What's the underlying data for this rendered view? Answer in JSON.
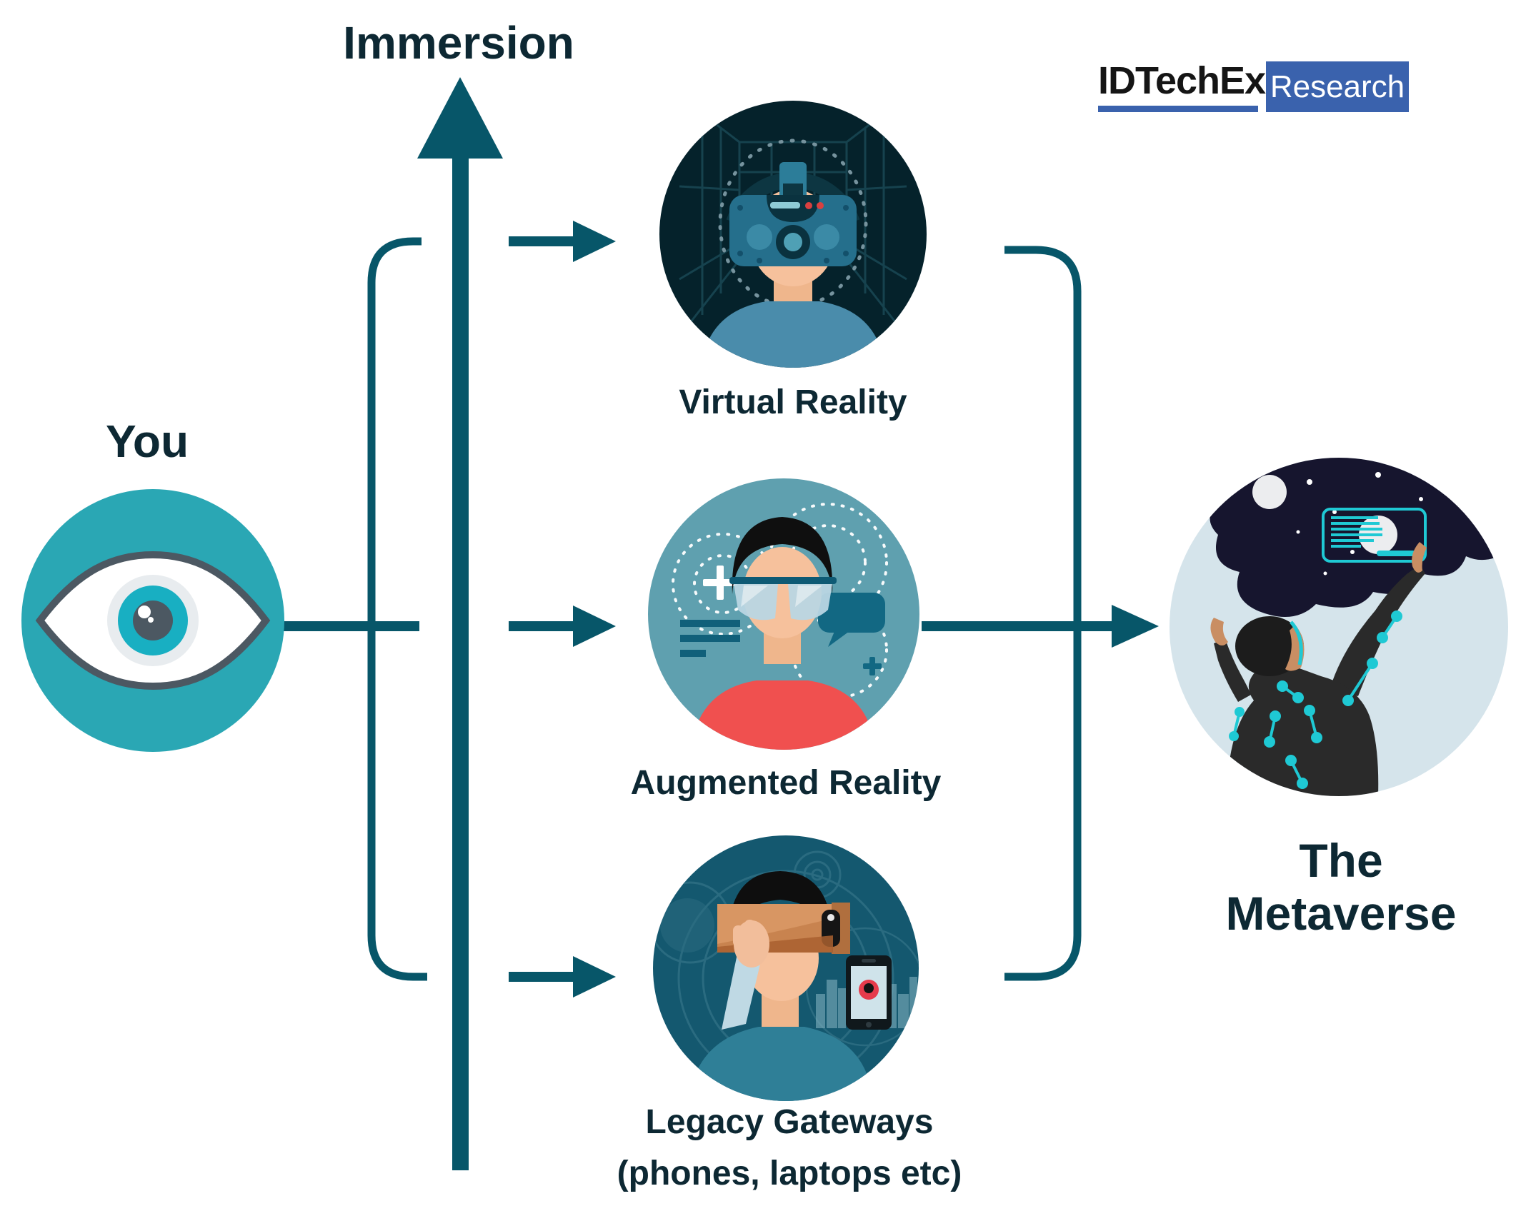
{
  "header": {
    "brand": "IDTechEx",
    "product": "Research"
  },
  "axis": {
    "label": "Immersion"
  },
  "you": {
    "label": "You",
    "icon": "eye-icon"
  },
  "gateways": [
    {
      "id": "virtual-reality",
      "label": "Virtual Reality",
      "icon": "vr-headset-person-icon"
    },
    {
      "id": "augmented-reality",
      "label": "Augmented Reality",
      "icon": "ar-glasses-person-icon"
    },
    {
      "id": "legacy-gateways",
      "label": "Legacy Gateways",
      "sublabel": "(phones, laptops etc)",
      "icon": "cardboard-viewer-phone-icon"
    }
  ],
  "metaverse": {
    "label_line1": "The",
    "label_line2": "Metaverse",
    "icon": "mocap-suit-person-icon"
  },
  "colors": {
    "flow_line": "#075669",
    "heading_text": "#0d2833",
    "eye_circle": "#2aa7b4",
    "vr_circle": "#05222b",
    "ar_circle": "#5fa0af",
    "legacy_circle": "#14586f",
    "metaverse_circle": "#d5e4eb",
    "metaverse_night": "#16152e",
    "cyan_accent": "#1fc9d4",
    "logo_blue": "#3a62ad",
    "shirt_red": "#f0504f"
  }
}
